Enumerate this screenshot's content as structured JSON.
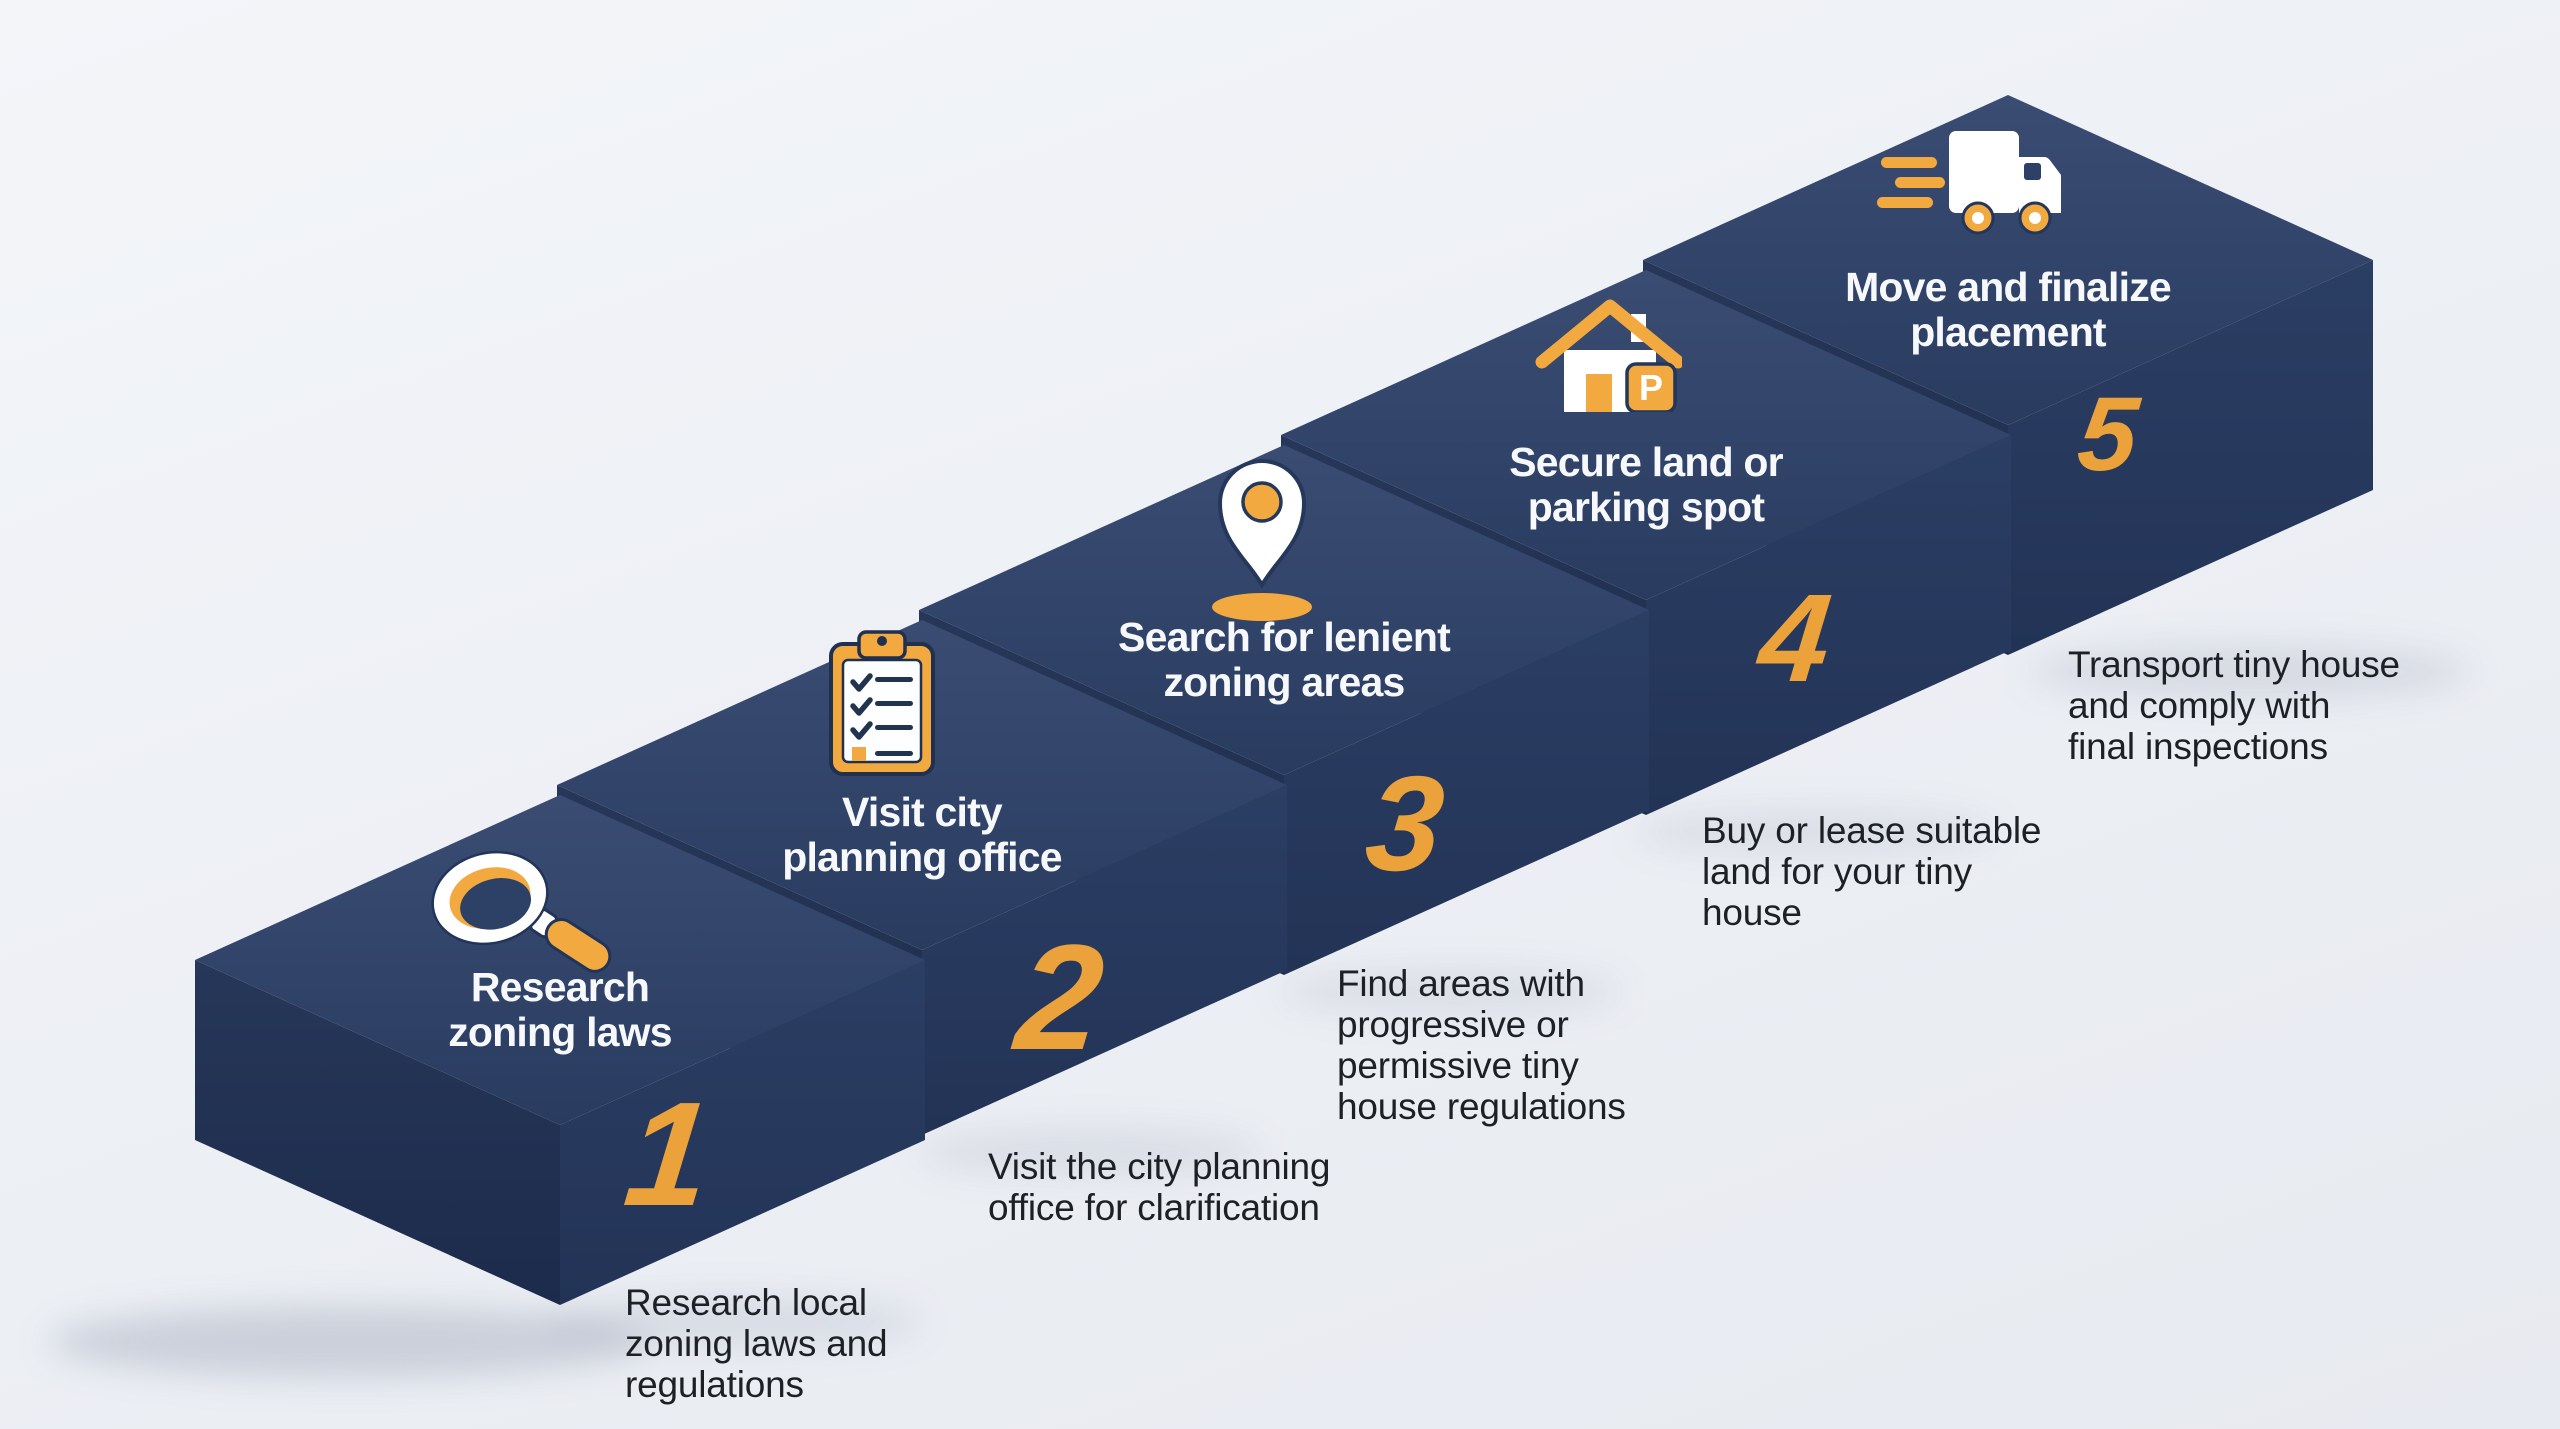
{
  "infographic": {
    "type": "process-steps-staircase",
    "step_count": 5
  },
  "colors": {
    "background": "#ECEFF4",
    "block_top": "#33466C",
    "block_front": "#27395E",
    "block_left": "#1E2E50",
    "accent_orange": "#EFA63C",
    "number_orange": "#ECA23A",
    "title_text": "#F6F8FB",
    "caption_text": "#1D2126"
  },
  "steps": [
    {
      "number": "1",
      "icon": "magnifier-icon",
      "title_lines": [
        "Research",
        "zoning laws"
      ],
      "caption_lines": [
        "Research local",
        "zoning laws and",
        "regulations"
      ]
    },
    {
      "number": "2",
      "icon": "clipboard-checklist-icon",
      "title_lines": [
        "Visit city",
        "planning office"
      ],
      "caption_lines": [
        "Visit the city planning",
        "office for clarification"
      ]
    },
    {
      "number": "3",
      "icon": "map-pin-icon",
      "title_lines": [
        "Search for lenient",
        "zoning areas"
      ],
      "caption_lines": [
        "Find areas with",
        "progressive or",
        "permissive tiny",
        "house regulations"
      ]
    },
    {
      "number": "4",
      "icon": "house-parking-icon",
      "badge": "P",
      "title_lines": [
        "Secure land or",
        "parking spot"
      ],
      "caption_lines": [
        "Buy or lease suitable",
        "land for your tiny",
        "house"
      ]
    },
    {
      "number": "5",
      "icon": "truck-icon",
      "title_lines": [
        "Move and finalize",
        "placement"
      ],
      "caption_lines": [
        "Transport tiny house",
        "and comply with",
        "final inspections"
      ]
    }
  ]
}
